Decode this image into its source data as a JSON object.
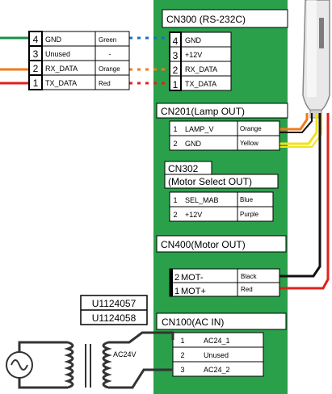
{
  "left_connector": {
    "rows": [
      {
        "pin": "4",
        "signal": "GND",
        "color": "Green",
        "wire": "#1a8f4a"
      },
      {
        "pin": "3",
        "signal": "Unused",
        "color": "-",
        "wire": ""
      },
      {
        "pin": "2",
        "signal": "RX_DATA",
        "color": "Orange",
        "wire": "#f07a1a"
      },
      {
        "pin": "1",
        "signal": "TX_DATA",
        "color": "Red",
        "wire": "#e0201c"
      }
    ]
  },
  "board": {
    "color": "#2aa04a",
    "cn300": {
      "title": "CN300 (RS-232C)",
      "rows": [
        {
          "pin": "4",
          "signal": "GND"
        },
        {
          "pin": "3",
          "signal": "+12V"
        },
        {
          "pin": "2",
          "signal": "RX_DATA"
        },
        {
          "pin": "1",
          "signal": "TX_DATA"
        }
      ]
    },
    "cn201": {
      "title": "CN201(Lamp OUT)",
      "rows": [
        {
          "pin": "1",
          "signal": "LAMP_V",
          "color": "Orange"
        },
        {
          "pin": "2",
          "signal": "GND",
          "color": "Yellow"
        }
      ]
    },
    "cn302": {
      "title_line1": "CN302",
      "title_line2": "(Motor Select OUT)",
      "rows": [
        {
          "pin": "1",
          "signal": "SEL_MAB",
          "color": "Blue"
        },
        {
          "pin": "2",
          "signal": "+12V",
          "color": "Purple"
        }
      ]
    },
    "cn400": {
      "title": "CN400(Motor OUT)",
      "rows": [
        {
          "pin": "2",
          "signal": "MOT-",
          "color": "Black"
        },
        {
          "pin": "1",
          "signal": "MOT+",
          "color": "Red"
        }
      ]
    },
    "cn100": {
      "title": "CN100(AC IN)",
      "rows": [
        {
          "pin": "1",
          "signal": "AC24_1"
        },
        {
          "pin": "2",
          "signal": "Unused"
        },
        {
          "pin": "3",
          "signal": "AC24_2"
        }
      ]
    }
  },
  "part_numbers": [
    "U1124057",
    "U1124058"
  ],
  "transformer_label": "AC24V",
  "wire_colors": {
    "orange": "#f07a1a",
    "yellow": "#f2e21a",
    "black": "#111111",
    "red": "#e0201c",
    "blue": "#1a6fc0",
    "green": "#1a8f4a"
  }
}
